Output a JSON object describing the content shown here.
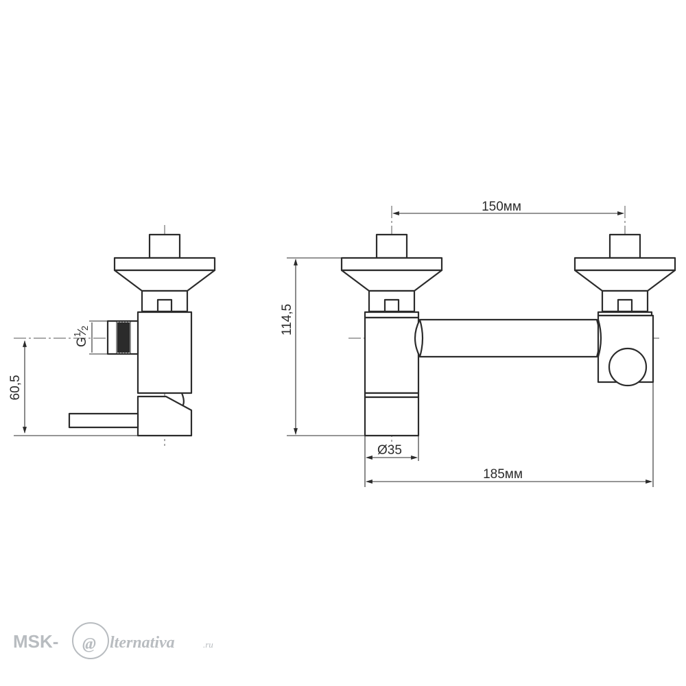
{
  "dimensions": {
    "spacing": "150мм",
    "height": "114,5",
    "diameter": "Ø35",
    "width": "185мм",
    "side_height": "60,5",
    "thread_main": "G",
    "thread_num": "1",
    "thread_den": "2"
  },
  "watermark": {
    "left": "MSK-",
    "glyph": "@",
    "right": "lternativa",
    "suffix": ".ru"
  },
  "colors": {
    "line": "#2b2b2b",
    "watermark": "#b8bcc0",
    "background": "#ffffff"
  }
}
